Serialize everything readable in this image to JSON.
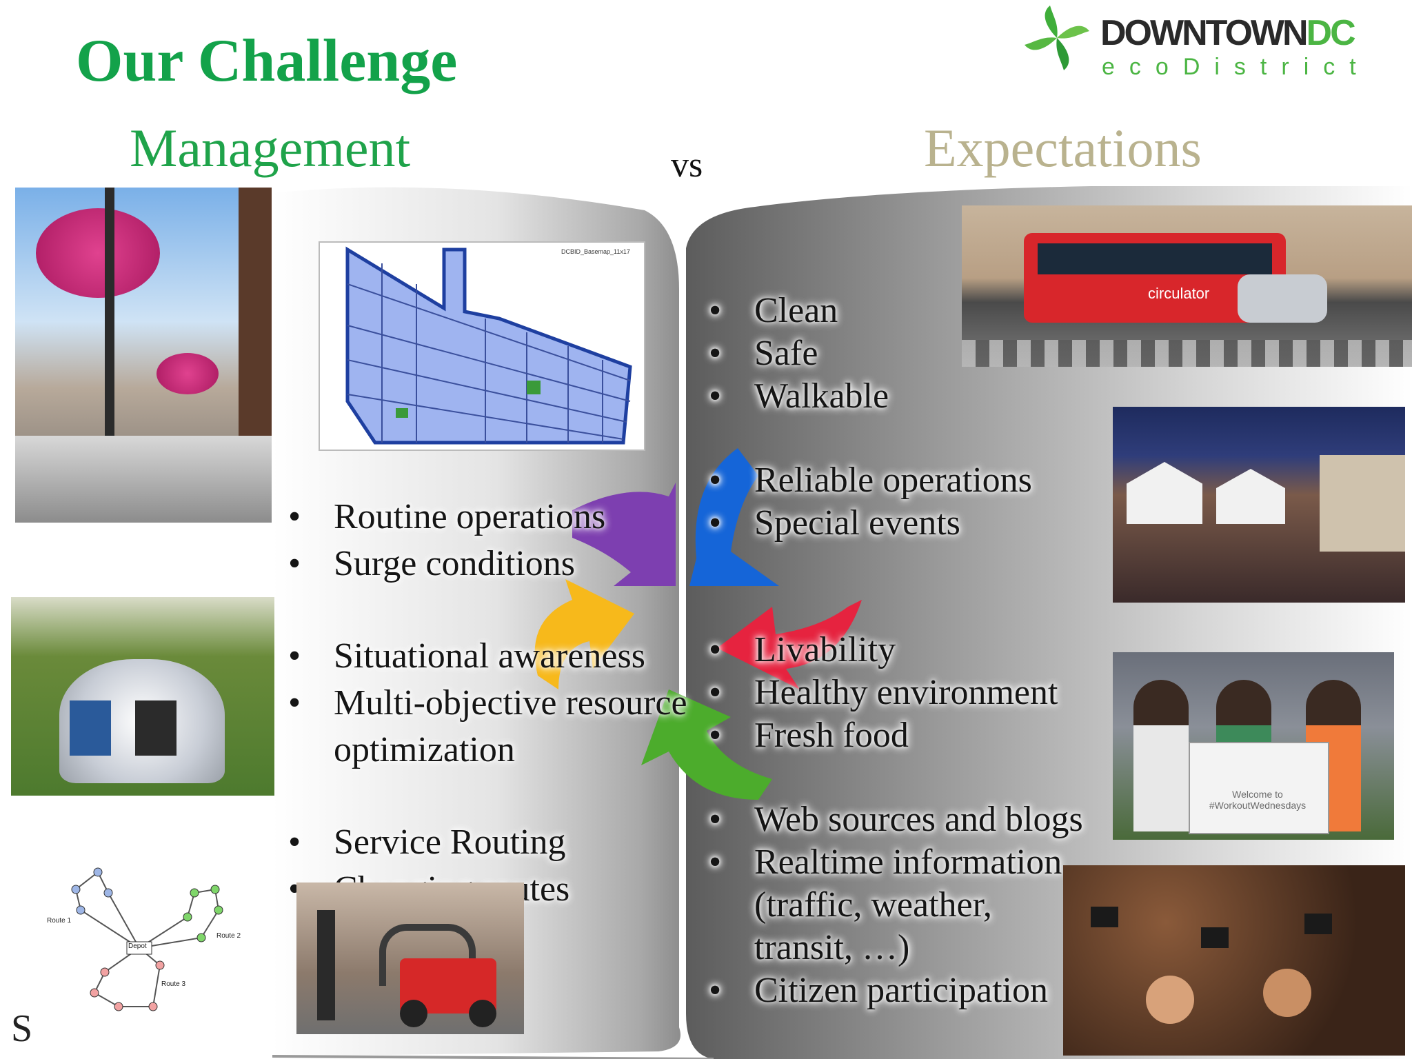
{
  "slide": {
    "title": "Our Challenge",
    "left_heading": "Management",
    "vs": "vs",
    "right_heading": "Expectations",
    "bottom_left_fragment": "S"
  },
  "logo": {
    "word_main": "DOWNTOWN",
    "word_accent": "DC",
    "subtitle": "ecoDistrict"
  },
  "map": {
    "label": "DCBID_Basemap_11x17"
  },
  "route_diagram": {
    "depot": "Depot",
    "route1": "Route 1",
    "route2": "Route 2",
    "route3": "Route 3"
  },
  "left_bullets": [
    [
      "Routine operations",
      "Surge conditions"
    ],
    [
      "Situational awareness",
      "Multi-objective resource optimization"
    ],
    [
      "Service Routing",
      "Changing routes"
    ]
  ],
  "right_bullets": [
    [
      "Clean",
      "Safe",
      "Walkable"
    ],
    [
      "Reliable operations",
      "Special events"
    ],
    [
      "Livability",
      "Healthy environment",
      "Fresh food"
    ],
    [
      "Web sources and blogs",
      "Realtime information (traffic, weather, transit, …)",
      "Citizen participation"
    ]
  ],
  "photos": {
    "bus_brand": "circulator",
    "workout_sign": "Welcome to #WorkoutWednesdays"
  },
  "colors": {
    "title_green": "#13a24a",
    "expectations_tan": "#b9b28e",
    "arrow_purple": "#7d3fb0",
    "arrow_blue": "#1565d8",
    "arrow_red": "#e6233f",
    "arrow_green": "#4cac2c",
    "arrow_yellow": "#f7b91b"
  }
}
